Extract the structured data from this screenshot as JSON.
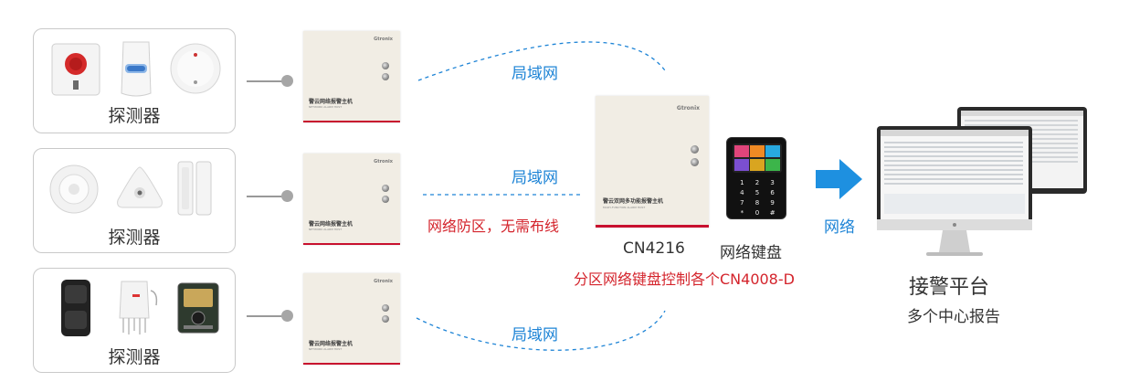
{
  "detector_groups": [
    {
      "label": "探测器"
    },
    {
      "label": "探测器"
    },
    {
      "label": "探测器"
    }
  ],
  "small_panel": {
    "brand": "Gtronix",
    "title": "警云网络报警主机",
    "subtitle": "NETWORK ALARM HOST"
  },
  "main_panel": {
    "brand": "Gtronix",
    "title": "警云双网多功能报警主机",
    "subtitle": "MULTI-FUNCTION ALARM HOST"
  },
  "link_labels": {
    "top": "局域网",
    "middle": "局域网",
    "bottom": "局域网"
  },
  "wiring_note": "网络防区，无需布线",
  "main_panel_model": "CN4216",
  "keypad_name": "网络键盘",
  "keypad_note": "分区网络键盘控制各个CN4008-D",
  "keypad_digits": [
    "1",
    "2",
    "3",
    "4",
    "5",
    "6",
    "7",
    "8",
    "9",
    "*",
    "0",
    "#"
  ],
  "network_label": "网络",
  "platform": {
    "title": "接警平台",
    "subtitle": "多个中心报告"
  },
  "colors": {
    "accent_blue": "#1e84d6",
    "alert_red": "#d4242c",
    "panel_beige": "#f1ede4",
    "arrow_blue": "#1e90e0"
  }
}
